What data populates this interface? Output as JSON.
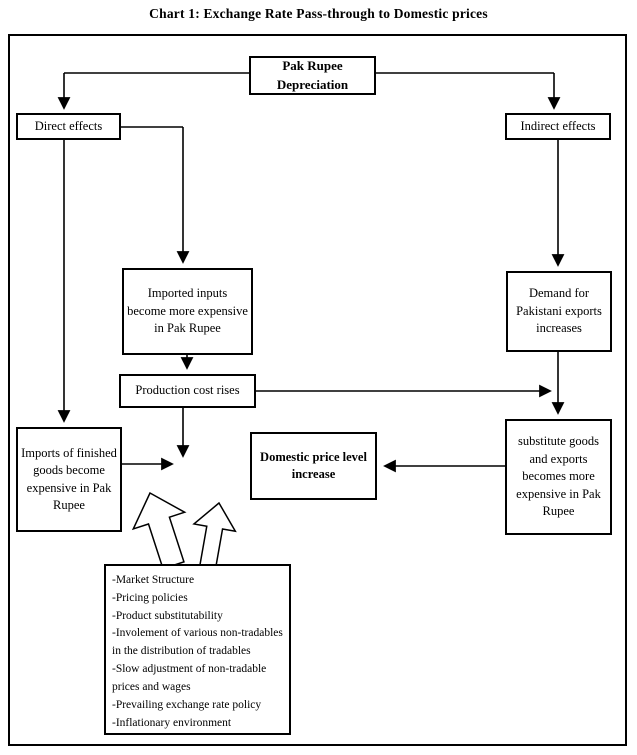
{
  "title": "Chart 1: Exchange Rate Pass-through to Domestic prices",
  "boxes": {
    "pak_rupee": "Pak Rupee Depreciation",
    "direct_effects": "Direct effects",
    "indirect_effects": "Indirect effects",
    "imported_inputs": "Imported inputs become more expensive in Pak Rupee",
    "demand_exports": "Demand for Pakistani exports increases",
    "production_cost": "Production cost rises",
    "imports_finished": "Imports of finished goods become expensive in Pak Rupee",
    "domestic_price": "Domestic price level increase",
    "substitute_goods": "substitute goods and exports becomes more expensive in Pak Rupee"
  },
  "factors": [
    "-Market Structure",
    "-Pricing policies",
    "-Product substitutability",
    "-Involement of various non-tradables in the distribution of tradables",
    "-Slow adjustment of non-tradable prices and wages",
    "-Prevailing exchange rate policy",
    "-Inflationary environment"
  ],
  "colors": {
    "line": "#000000",
    "background": "#ffffff"
  }
}
